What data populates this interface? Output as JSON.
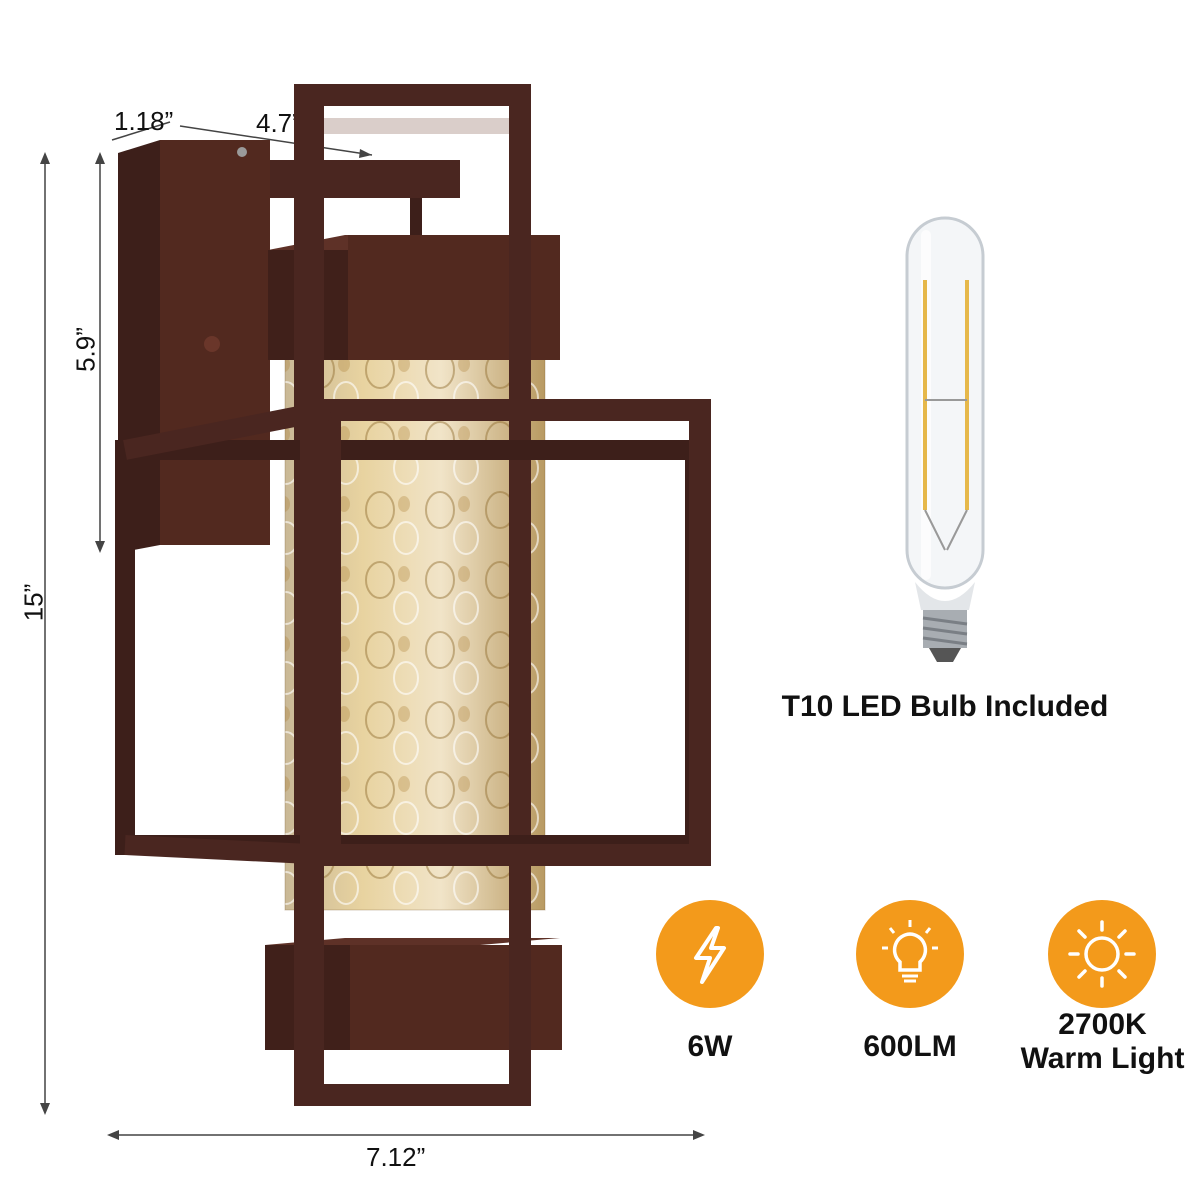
{
  "dimensions": {
    "depth": "1.18”",
    "arm_width": "4.7”",
    "backplate_height": "5.9”",
    "total_height": "15”",
    "total_width": "7.12”"
  },
  "bulb": {
    "caption": "T10 LED Bulb Included"
  },
  "features": [
    {
      "icon": "lightning-icon",
      "label": "6W"
    },
    {
      "icon": "light-bulb-icon",
      "label": "600LM"
    },
    {
      "icon": "sun-icon",
      "label_line1": "2700K",
      "label_line2": "Warm Light"
    }
  ],
  "colors": {
    "frame": "#4a2620",
    "accent": "#f39a1b",
    "glass": "#d9b77a"
  }
}
